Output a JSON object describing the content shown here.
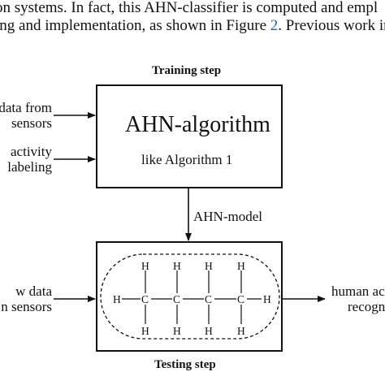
{
  "paper_text": {
    "line1": "on systems.  In fact, this AHN-classifier is computed and empl",
    "line2_before": "ing and implementation, as shown in Figure ",
    "line2_link": "2",
    "line2_after": ". Previous work in t"
  },
  "training": {
    "title": "Training step",
    "algorithm_title": "AHN-algorithm",
    "algorithm_subtitle": "like Algorithm 1",
    "input1_line1": "data from",
    "input1_line2": "sensors",
    "input2_line1": "activity",
    "input2_line2": "labeling"
  },
  "model_label": "AHN-model",
  "testing": {
    "title": "Testing step",
    "input_line1": "w data",
    "input_line2": "n sensors",
    "output_line1": "human ac",
    "output_line2": "recogni"
  },
  "molecule": {
    "carbon": "C",
    "hydrogen": "H"
  }
}
